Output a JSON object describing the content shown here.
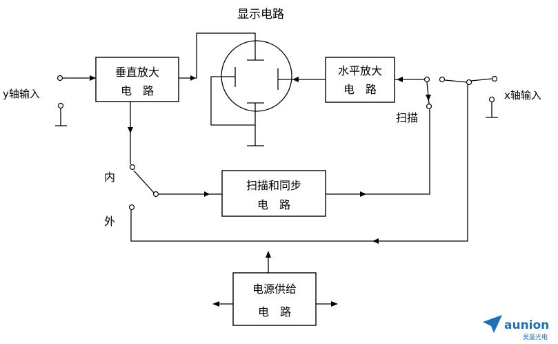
{
  "title": "显示电路",
  "blocks": {
    "vertical_amp": {
      "line1": "垂直放大",
      "line2": "电　路"
    },
    "horizontal_amp": {
      "line1": "水平放大",
      "line2": "电　路"
    },
    "sweep_sync": {
      "line1": "扫描和同步",
      "line2": "电　路"
    },
    "power_supply": {
      "line1": "电源供给",
      "line2": "电　路"
    }
  },
  "labels": {
    "y_input": "y轴输入",
    "x_input": "x轴输入",
    "sweep": "扫描",
    "internal": "内",
    "external": "外"
  },
  "logo": {
    "brand": "aunion",
    "tagline": "昊量光电",
    "color": "#1f6fb5"
  }
}
